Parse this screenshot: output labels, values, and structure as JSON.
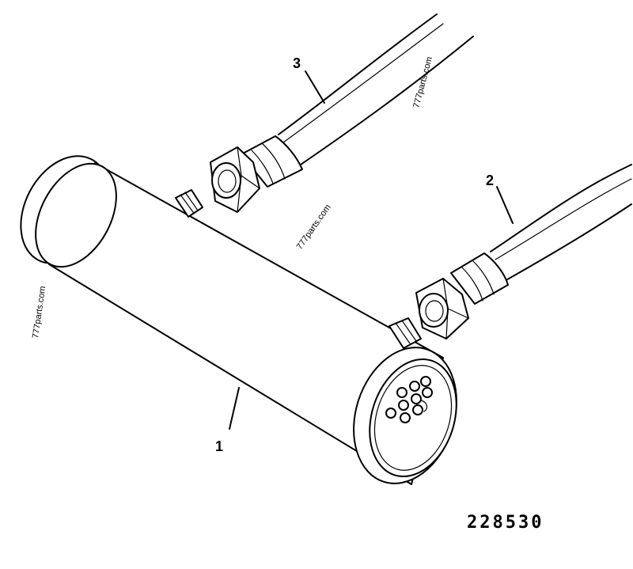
{
  "diagram": {
    "callouts": [
      {
        "id": "part-1",
        "label": "1"
      },
      {
        "id": "part-2",
        "label": "2"
      },
      {
        "id": "part-3",
        "label": "3"
      }
    ],
    "watermark": "777parts.com",
    "catalog_number": "228530"
  }
}
